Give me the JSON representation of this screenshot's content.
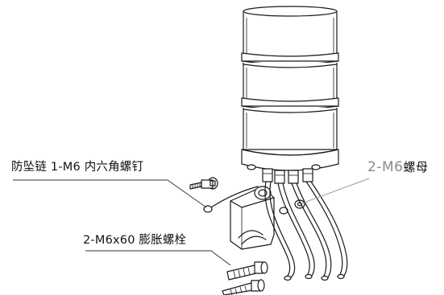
{
  "labels": {
    "chain_bolt": "防坠链 1-M6 内六角螺钉",
    "nut_code": "2-M6",
    "nut_name": "螺母",
    "anchor_bolt": "2-M6x60 膨胀螺栓"
  },
  "colors": {
    "line": "#1a1a1a",
    "nut_label": "#8a8a8a",
    "background": "#ffffff"
  }
}
